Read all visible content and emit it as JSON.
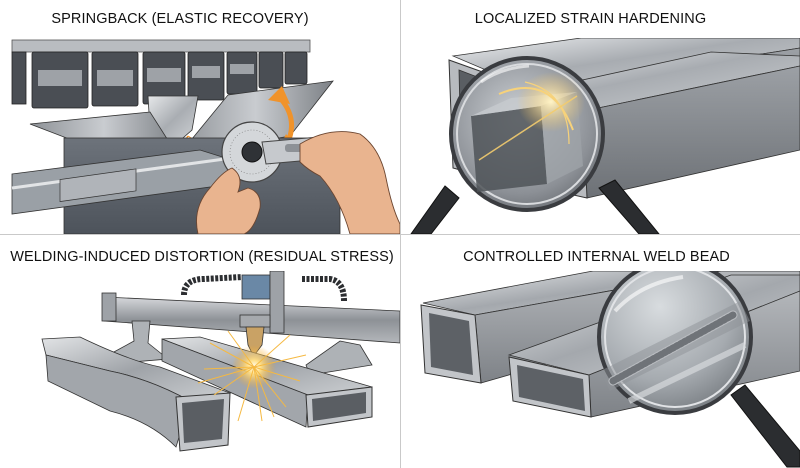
{
  "panels": [
    {
      "id": "springback",
      "title": "SPRINGBACK (ELASTIC RECOVERY)",
      "illustration": "press-brake bending a metal sheet, hands measuring angle with protractor, orange arrow showing springback"
    },
    {
      "id": "strain-hardening",
      "title": "LOCALIZED STRAIN HARDENING",
      "illustration": "magnifying glass over corner of square steel tube with glowing bend line; second profiled tube beside it"
    },
    {
      "id": "welding-distortion",
      "title": "WELDING-INDUCED DISTORTION (RESIDUAL STRESS)",
      "illustration": "CNC gantry torch welding a rectangular tube with sparks; warped tube beside it"
    },
    {
      "id": "internal-weld-bead",
      "title": "CONTROLLED INTERNAL WELD BEAD",
      "illustration": "two rectangular steel tubes with magnifying glass showing a smooth weld seam"
    }
  ],
  "colors": {
    "divider": "#c9c9c9",
    "steel_light": "#d9dcdf",
    "steel_mid": "#a9adb2",
    "steel_dark": "#5d6166",
    "machine_dark": "#3d4045",
    "accent_orange": "#f0932b",
    "spark_gold": "#f5c35a",
    "skin": "#e9b48f"
  }
}
